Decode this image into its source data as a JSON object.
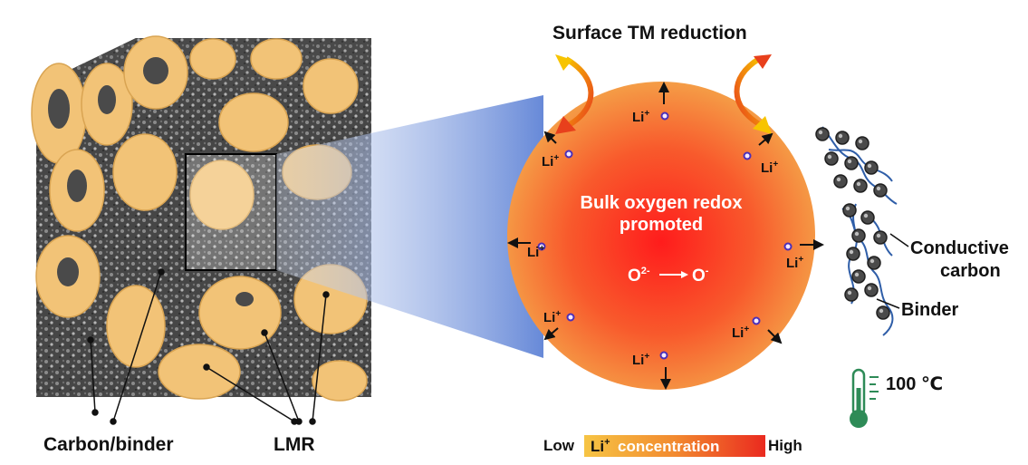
{
  "title": "Surface TM reduction",
  "particle": {
    "center_text_line1": "Bulk oxygen redox",
    "center_text_line2": "promoted",
    "reaction_from": "O",
    "reaction_from_sup": "2-",
    "reaction_to": "O",
    "reaction_to_sup": "-",
    "ion_label": "Li",
    "ion_sup": "+"
  },
  "electrode": {
    "label_carbon_binder": "Carbon/binder",
    "label_lmr": "LMR"
  },
  "right_labels": {
    "conductive_line1": "Conductive",
    "conductive_line2": "carbon",
    "binder": "Binder",
    "temperature": "100 ℃"
  },
  "legend": {
    "low": "Low",
    "ion": "Li",
    "ion_sup": "+",
    "concentration": "concentration",
    "high": "High",
    "gradient_colors": [
      "#f6c444",
      "#f28a2f",
      "#ea2a1f"
    ]
  },
  "colors": {
    "particle_center": "#ff1f1f",
    "particle_edge": "#f5a14a",
    "lmr_fill": "#f2c377",
    "carbon_fill": "#3b3b3b",
    "binder_line": "#2f5ea8",
    "ion_marker": "#4b2fb8",
    "arrow_yellow": "#f5b800",
    "arrow_red": "#e8401c"
  }
}
